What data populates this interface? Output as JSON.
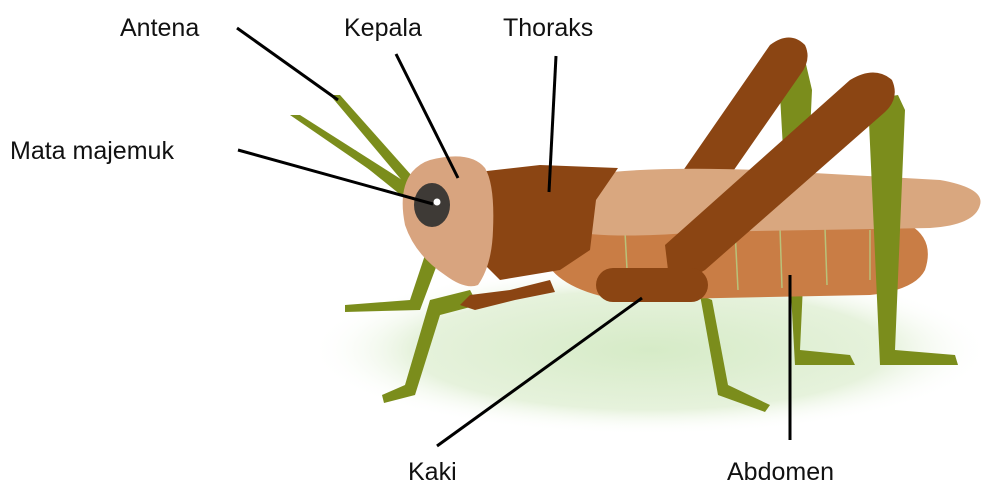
{
  "labels": {
    "antena": "Antena",
    "kepala": "Kepala",
    "thoraks": "Thoraks",
    "mata": "Mata majemuk",
    "kaki": "Kaki",
    "abdomen": "Abdomen"
  },
  "colors": {
    "head": "#d8a47f",
    "thorax": "#8b4513",
    "wing": "#d9a77f",
    "abdomen": "#c97d45",
    "leg_brown": "#8b4513",
    "leg_green": "#7b8d1c",
    "shadow": "#e3f0d8",
    "eye": "#3e3a36",
    "line": "#000000"
  }
}
